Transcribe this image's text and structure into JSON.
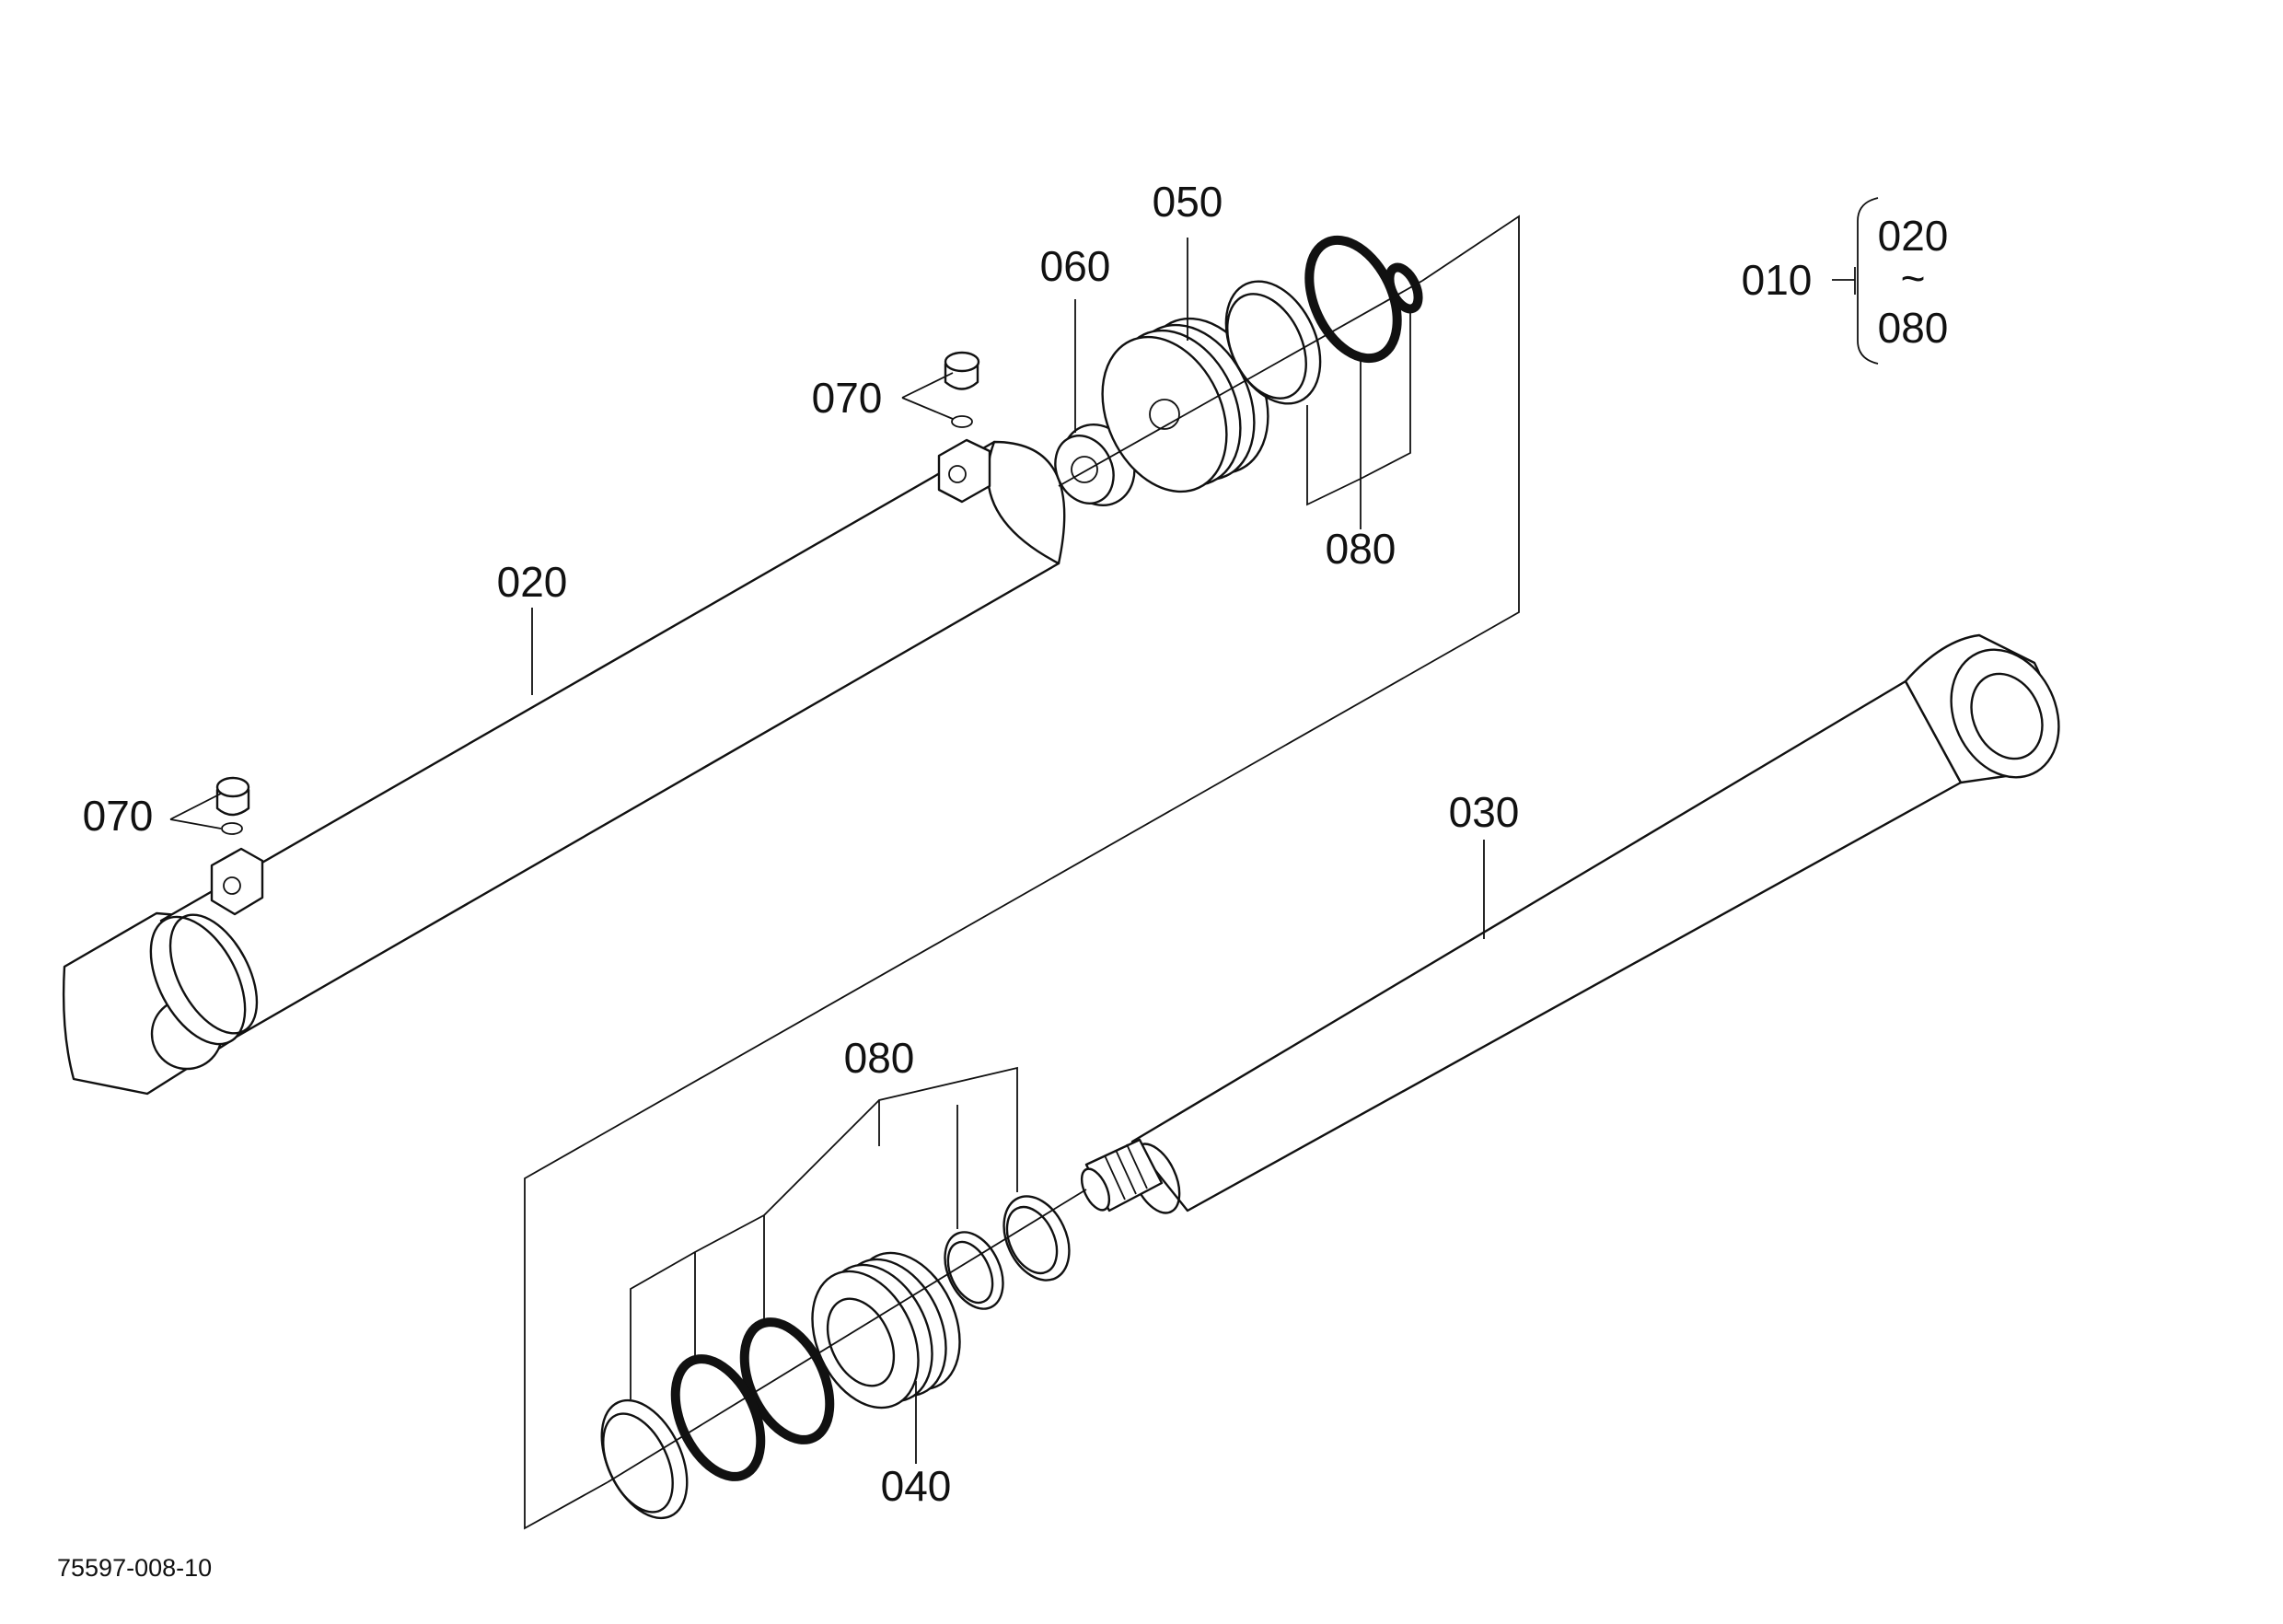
{
  "drawing": {
    "number": "75597-008-10",
    "assembly": {
      "label": "010",
      "range_start": "020",
      "range_tilde": "~",
      "range_end": "080"
    },
    "callouts": {
      "tube": "020",
      "rod": "030",
      "piston": "040",
      "gland": "050",
      "nut": "060",
      "fitting_upper": "070",
      "fitting_lower": "070",
      "seal_kit_upper": "080",
      "seal_kit_lower": "080"
    }
  }
}
